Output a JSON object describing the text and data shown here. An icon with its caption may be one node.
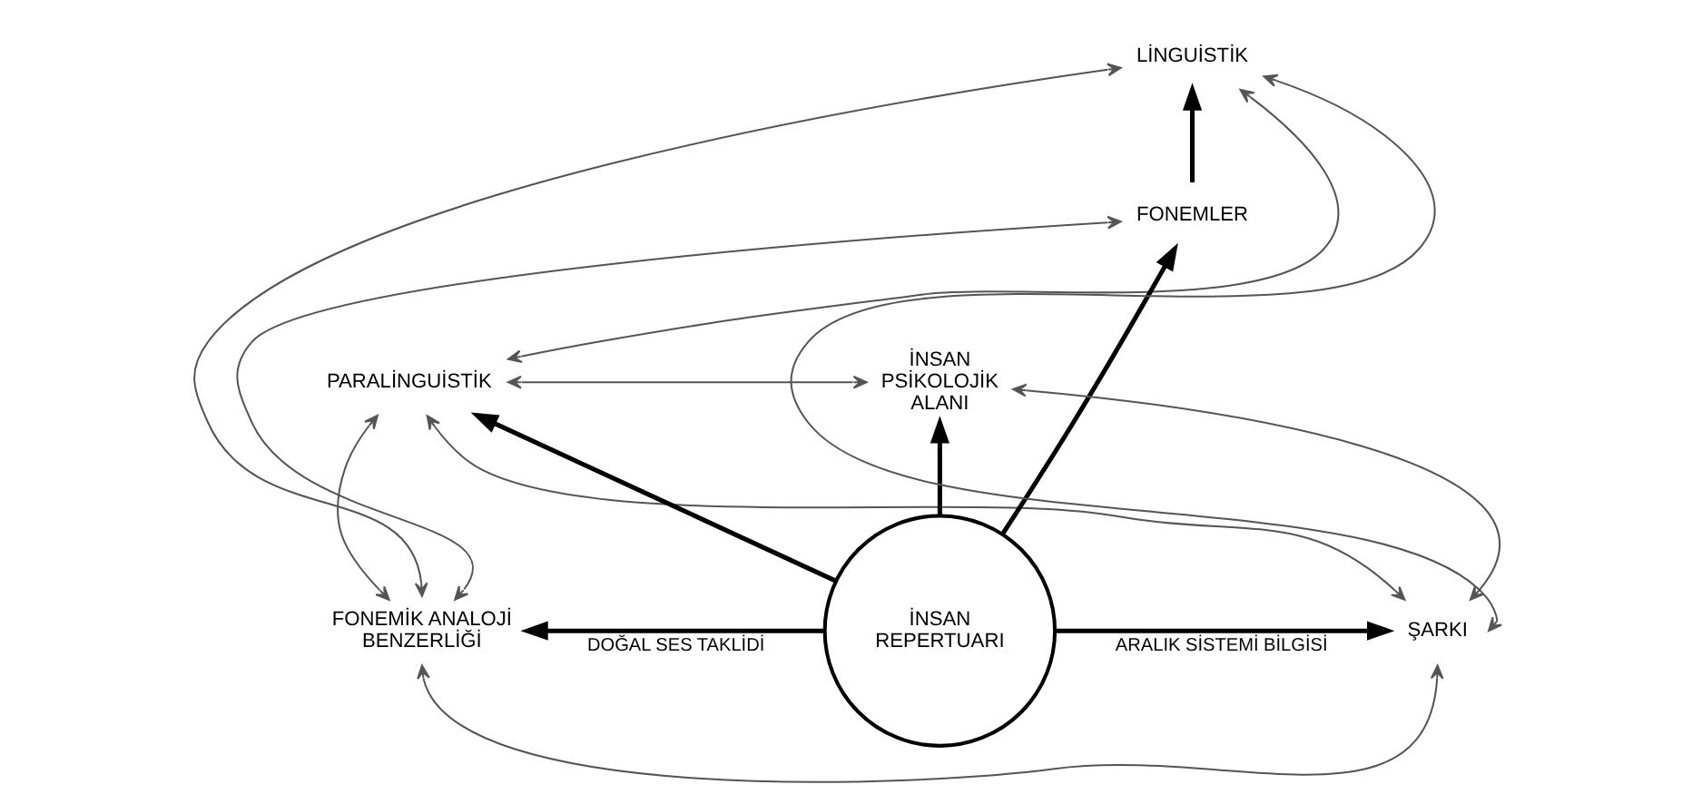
{
  "diagram": {
    "nodes": [
      {
        "text": [
          "LİNGUİSTİK"
        ]
      },
      {
        "text": [
          "FONEMLER"
        ]
      },
      {
        "text": [
          "PARALİNGUİSTİK"
        ]
      },
      {
        "text": [
          "İNSAN PSİKOLOJİK ALANI"
        ]
      },
      {
        "text": [
          "FONEMİK ANALOJİ BENZERLİĞİ"
        ]
      },
      {
        "text": [
          "İNSAN REPERTUARI"
        ]
      },
      {
        "text": [
          "ŞARKI"
        ]
      }
    ],
    "edges": [
      {
        "from": 1,
        "to": 0,
        "arrow": "to",
        "style": "thick"
      },
      {
        "from": 5,
        "to": 1,
        "arrow": "to",
        "style": "thick"
      },
      {
        "from": 5,
        "to": 2,
        "arrow": "to",
        "style": "thick"
      },
      {
        "from": 5,
        "to": 3,
        "arrow": "to",
        "style": "thick"
      },
      {
        "from": 5,
        "to": 4,
        "arrow": "to",
        "style": "thick",
        "label": "DOĞAL SES TAKLİDİ"
      },
      {
        "from": 5,
        "to": 6,
        "arrow": "to",
        "style": "thick",
        "label": "ARALIK SİSTEMİ BİLGİSİ"
      },
      {
        "from": 2,
        "to": 0,
        "arrow": "both"
      },
      {
        "from": 4,
        "to": 2,
        "arrow": "both"
      },
      {
        "from": 6,
        "to": 3,
        "arrow": "both"
      },
      {
        "from": 2,
        "to": 3,
        "arrow": "both"
      },
      {
        "from": 4,
        "to": 0,
        "arrow": "both"
      },
      {
        "from": 4,
        "to": 1,
        "arrow": "both"
      },
      {
        "from": 4,
        "to": 6,
        "arrow": "both"
      },
      {
        "from": 6,
        "to": 0,
        "arrow": "both"
      },
      {
        "from": 2,
        "to": 6,
        "arrow": "both"
      }
    ]
  }
}
